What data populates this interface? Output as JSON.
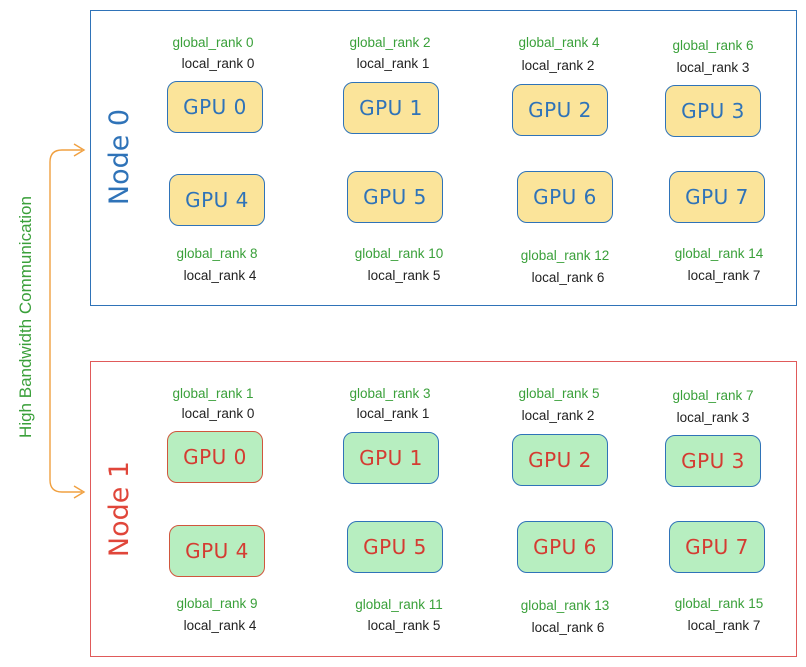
{
  "side_label": "High Bandwidth Communication",
  "colors": {
    "node0": "#2f73b8",
    "node1": "#e0463a",
    "gpu_fill_node0": "#fbe49a",
    "gpu_fill_node1": "#b7eec0",
    "rank_green": "#3aa03a",
    "arrow_orange": "#f0a040"
  },
  "nodes": [
    {
      "label": "Node 0",
      "gpus": [
        {
          "label": "GPU 0",
          "global_rank": "global_rank 0",
          "local_rank": "local_rank 0"
        },
        {
          "label": "GPU 1",
          "global_rank": "global_rank 2",
          "local_rank": "local_rank 1"
        },
        {
          "label": "GPU 2",
          "global_rank": "global_rank 4",
          "local_rank": "local_rank 2"
        },
        {
          "label": "GPU 3",
          "global_rank": "global_rank 6",
          "local_rank": "local_rank 3"
        },
        {
          "label": "GPU 4",
          "global_rank": "global_rank 8",
          "local_rank": "local_rank 4"
        },
        {
          "label": "GPU 5",
          "global_rank": "global_rank 10",
          "local_rank": "local_rank 5"
        },
        {
          "label": "GPU 6",
          "global_rank": "global_rank 12",
          "local_rank": "local_rank 6"
        },
        {
          "label": "GPU 7",
          "global_rank": "global_rank 14",
          "local_rank": "local_rank 7"
        }
      ]
    },
    {
      "label": "Node 1",
      "gpus": [
        {
          "label": "GPU 0",
          "global_rank": "global_rank 1",
          "local_rank": "local_rank 0"
        },
        {
          "label": "GPU 1",
          "global_rank": "global_rank 3",
          "local_rank": "local_rank 1"
        },
        {
          "label": "GPU 2",
          "global_rank": "global_rank 5",
          "local_rank": "local_rank 2"
        },
        {
          "label": "GPU 3",
          "global_rank": "global_rank 7",
          "local_rank": "local_rank 3"
        },
        {
          "label": "GPU 4",
          "global_rank": "global_rank 9",
          "local_rank": "local_rank 4"
        },
        {
          "label": "GPU 5",
          "global_rank": "global_rank 11",
          "local_rank": "local_rank 5"
        },
        {
          "label": "GPU 6",
          "global_rank": "global_rank 13",
          "local_rank": "local_rank 6"
        },
        {
          "label": "GPU 7",
          "global_rank": "global_rank 15",
          "local_rank": "local_rank 7"
        }
      ]
    }
  ]
}
